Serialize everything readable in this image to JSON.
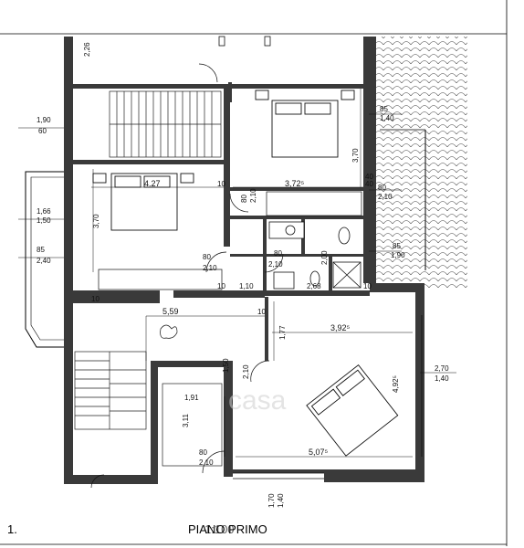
{
  "caption": {
    "number": "1.",
    "title": "PIANO PRIMO",
    "overprint": "1:100"
  },
  "watermark": "casa",
  "dimensions": [
    {
      "id": "d01",
      "text": "2,26"
    },
    {
      "id": "d02",
      "text": "1,90"
    },
    {
      "id": "d03",
      "text": "60"
    },
    {
      "id": "d04",
      "text": "1,66"
    },
    {
      "id": "d05",
      "text": "1,50"
    },
    {
      "id": "d06",
      "text": "85"
    },
    {
      "id": "d07",
      "text": "2,40"
    },
    {
      "id": "d08",
      "text": "4.27"
    },
    {
      "id": "d09",
      "text": "3,70"
    },
    {
      "id": "d10",
      "text": "10"
    },
    {
      "id": "d11",
      "text": "3,72⁵"
    },
    {
      "id": "d12",
      "text": "3,70"
    },
    {
      "id": "d13",
      "text": "85"
    },
    {
      "id": "d14",
      "text": "1,40"
    },
    {
      "id": "d15",
      "text": "40"
    },
    {
      "id": "d16",
      "text": "80"
    },
    {
      "id": "d17",
      "text": "2,10"
    },
    {
      "id": "d18",
      "text": "2,00"
    },
    {
      "id": "d19",
      "text": "80"
    },
    {
      "id": "d20",
      "text": "2,10"
    },
    {
      "id": "d21",
      "text": "80"
    },
    {
      "id": "d22",
      "text": "2,10"
    },
    {
      "id": "d23",
      "text": "80"
    },
    {
      "id": "d24",
      "text": "2,10"
    },
    {
      "id": "d25",
      "text": "85"
    },
    {
      "id": "d26",
      "text": "1,90"
    },
    {
      "id": "d27",
      "text": "10"
    },
    {
      "id": "d28",
      "text": "1,10"
    },
    {
      "id": "d29",
      "text": "2,68"
    },
    {
      "id": "d30",
      "text": "10"
    },
    {
      "id": "d31",
      "text": "5,59"
    },
    {
      "id": "d32",
      "text": "10"
    },
    {
      "id": "d33",
      "text": "1,77"
    },
    {
      "id": "d34",
      "text": "3,92⁵"
    },
    {
      "id": "d35",
      "text": "1,91"
    },
    {
      "id": "d36",
      "text": "3,11"
    },
    {
      "id": "d37",
      "text": "2,10"
    },
    {
      "id": "d38",
      "text": "2,70"
    },
    {
      "id": "d39",
      "text": "1,40"
    },
    {
      "id": "d40",
      "text": "4,92⁵"
    },
    {
      "id": "d41",
      "text": "80"
    },
    {
      "id": "d42",
      "text": "2,10"
    },
    {
      "id": "d43",
      "text": "5,07⁵"
    },
    {
      "id": "d44",
      "text": "1,70"
    },
    {
      "id": "d45",
      "text": "1,40"
    },
    {
      "id": "d46",
      "text": "10"
    },
    {
      "id": "d47",
      "text": "1,50"
    },
    {
      "id": "d48",
      "text": "40"
    }
  ]
}
